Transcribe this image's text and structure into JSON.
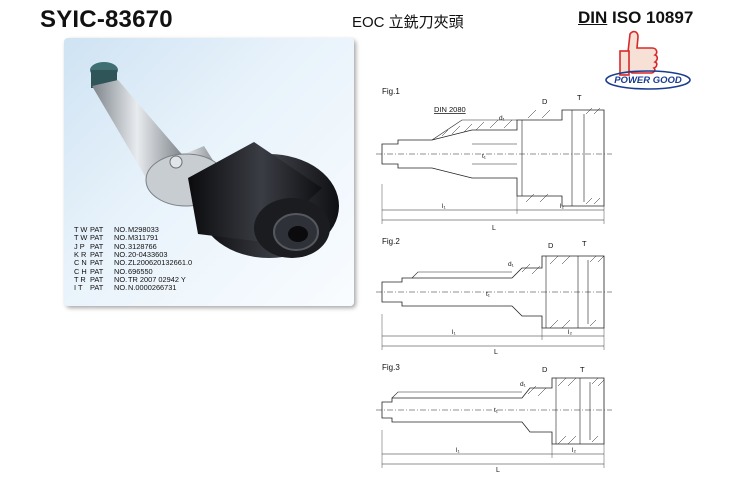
{
  "header": {
    "model": "SYIC-83670",
    "subtitle": "EOC 立銑刀夾頭",
    "standard_prefix": "DIN",
    "standard_rest": " ISO 10897"
  },
  "logo": {
    "text": "POWER GOOD"
  },
  "photo": {
    "patents": [
      {
        "country": "T W",
        "pat": "PAT",
        "no": "NO.",
        "number": "M298033"
      },
      {
        "country": "T W",
        "pat": "PAT",
        "no": "NO.",
        "number": "M311791"
      },
      {
        "country": "J P",
        "pat": "PAT",
        "no": "NO.",
        "number": "3128766"
      },
      {
        "country": "K R",
        "pat": "PAT",
        "no": "NO.",
        "number": "20-0433603"
      },
      {
        "country": "C N",
        "pat": "PAT",
        "no": "NO.",
        "number": "ZL200620132661.0"
      },
      {
        "country": "C H",
        "pat": "PAT",
        "no": "NO.",
        "number": "696550"
      },
      {
        "country": "T R",
        "pat": "PAT",
        "no": "NO.",
        "number": "TR 2007 02942 Y"
      },
      {
        "country": "I T",
        "pat": "PAT",
        "no": "NO.",
        "number": "N.0000266731"
      }
    ]
  },
  "figures": [
    {
      "label": "Fig.1",
      "din": "DIN 2080",
      "D": "D",
      "T": "T",
      "d1": "d₁",
      "t1": "t₁",
      "l1": "l₁",
      "l2": "l₂",
      "L": "L"
    },
    {
      "label": "Fig.2",
      "D": "D",
      "T": "T",
      "d1": "d₁",
      "t1": "t₁",
      "l1": "l₁",
      "l2": "l₂",
      "L": "L"
    },
    {
      "label": "Fig.3",
      "D": "D",
      "T": "T",
      "d1": "d₁",
      "t1": "t₁",
      "l1": "l₁",
      "l2": "l₂",
      "L": "L"
    }
  ],
  "colors": {
    "photo_bg": "#dceaf6",
    "hatch": "#333333",
    "logo_red": "#d8282a",
    "logo_blue": "#1a3c8f"
  }
}
